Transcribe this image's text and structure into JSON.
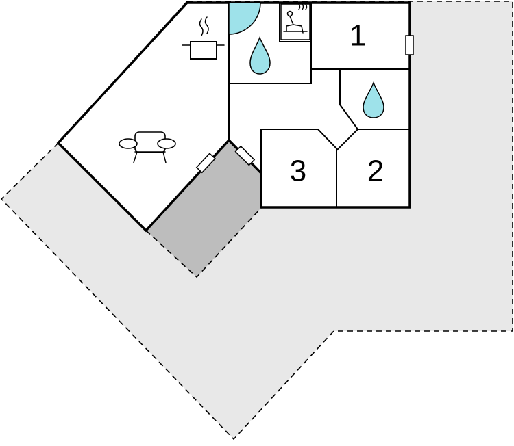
{
  "rooms": [
    {
      "id": "bedroom-1",
      "label": "1"
    },
    {
      "id": "bedroom-2",
      "label": "2"
    },
    {
      "id": "bedroom-3",
      "label": "3"
    }
  ],
  "icons": {
    "sauna": "sauna-icon",
    "bathroom": "water-drop-icon",
    "kitchen": "cooking-pot-icon",
    "living": "sofa-icon"
  },
  "colors": {
    "terrace": "#e8e8e8",
    "covered_porch": "#bdbdbd",
    "water": "#9ee2ea",
    "walls": "#000000"
  }
}
